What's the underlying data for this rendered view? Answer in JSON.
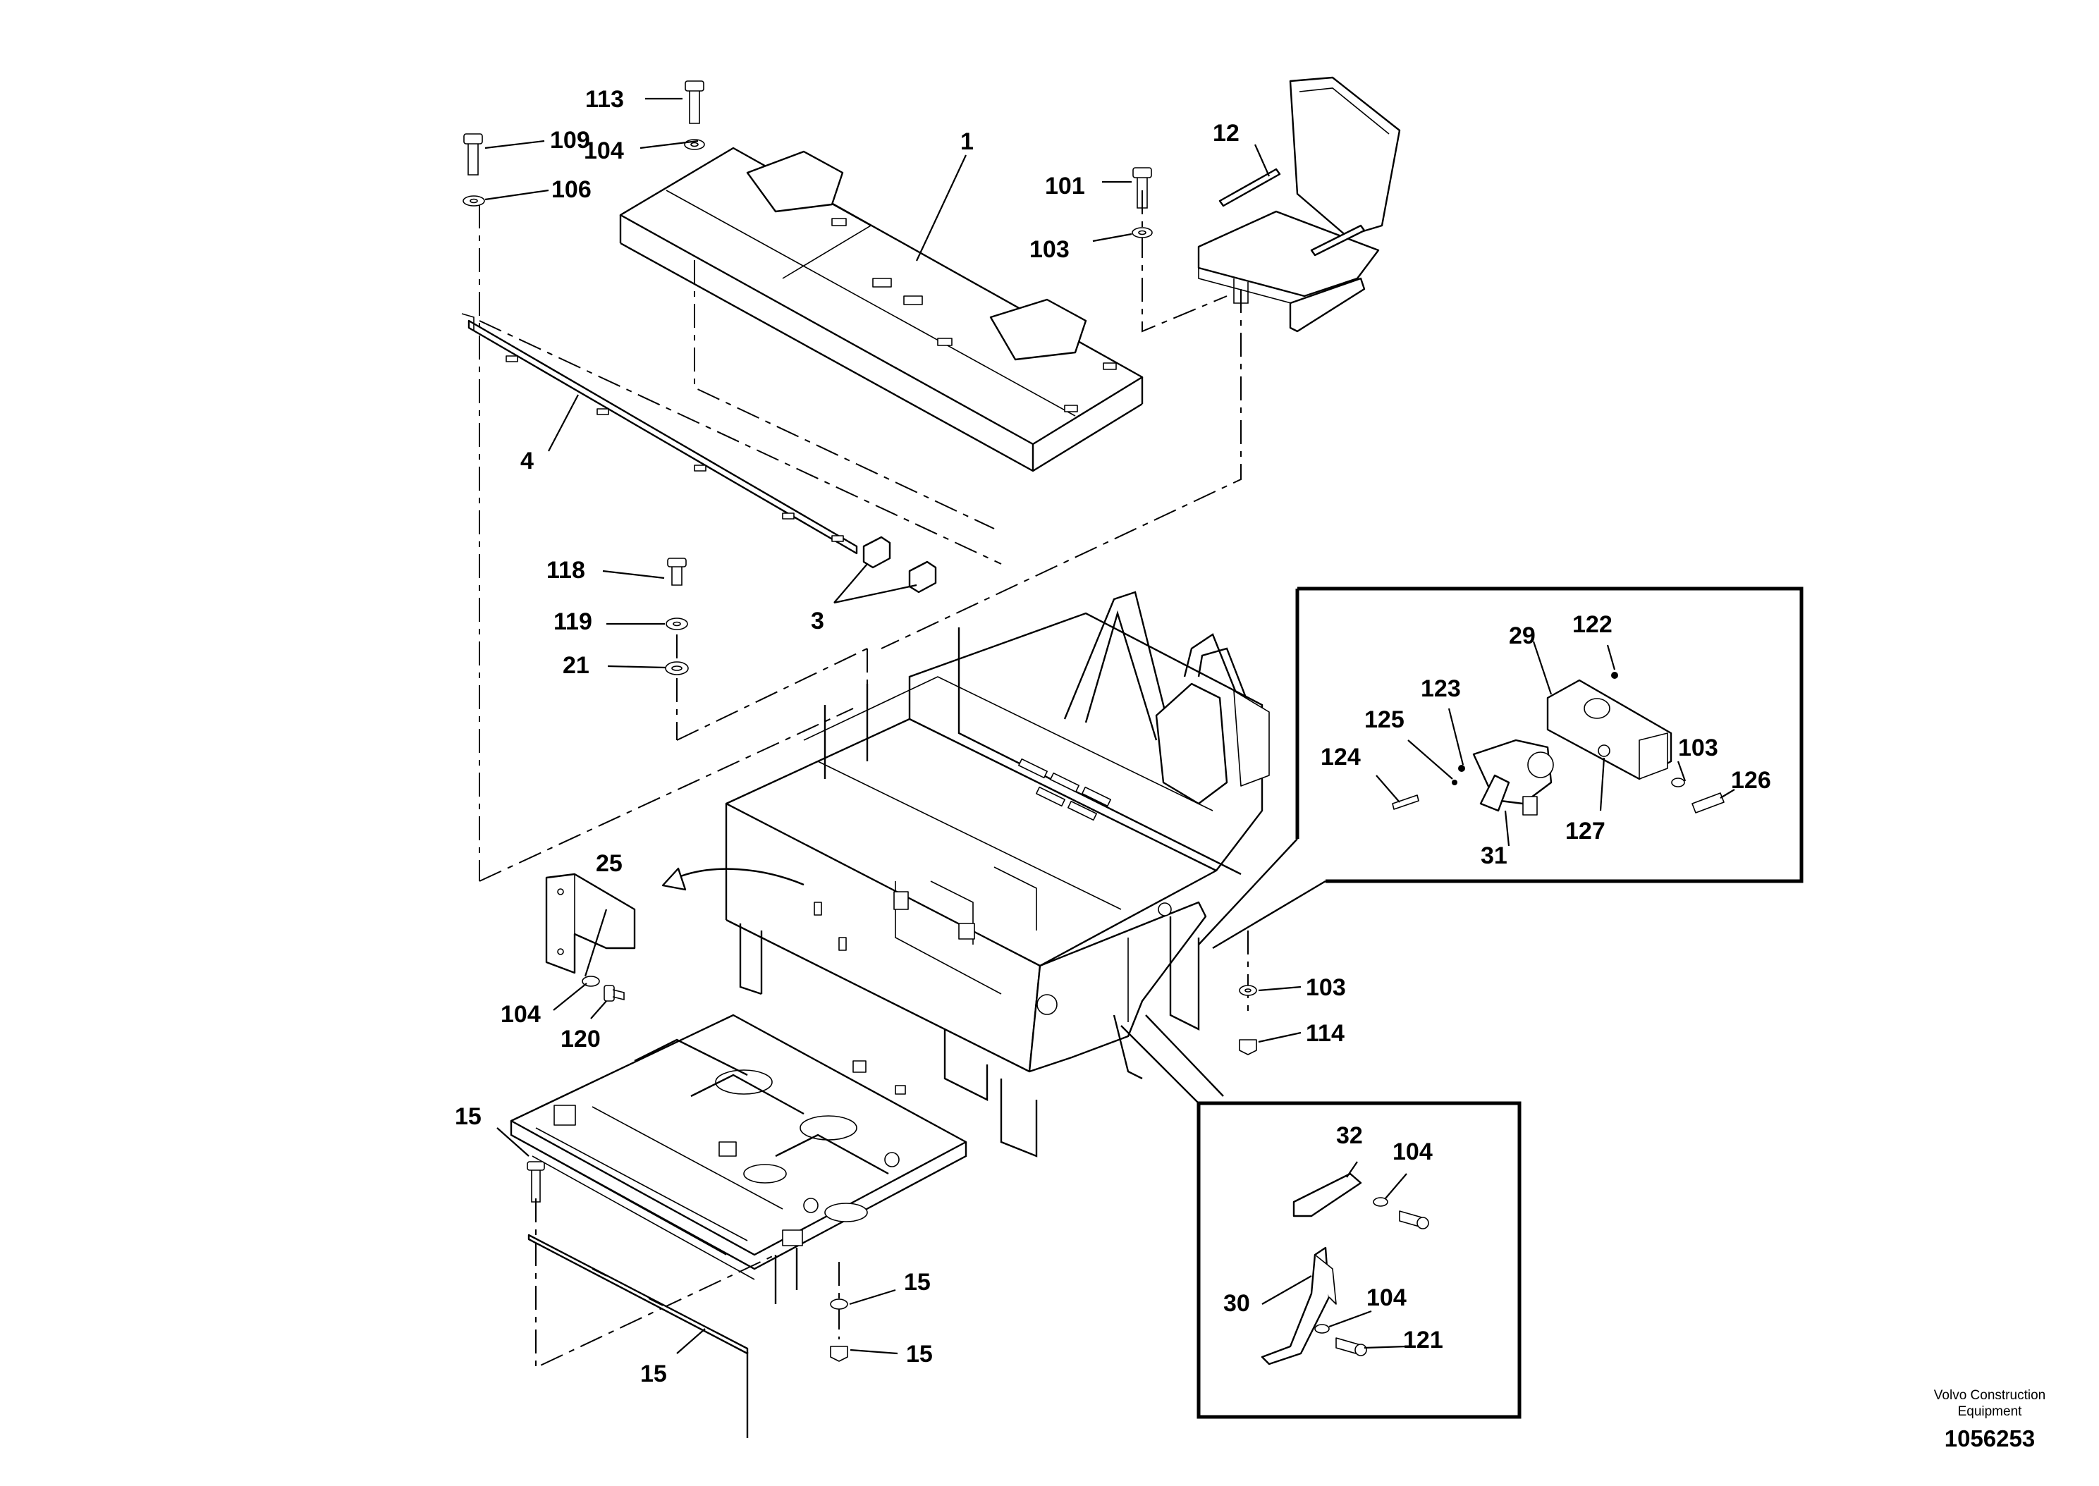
{
  "callouts": {
    "p113": "113",
    "p109": "109",
    "p104a": "104",
    "p106": "106",
    "p1": "1",
    "p101": "101",
    "p103a": "103",
    "p12": "12",
    "p4": "4",
    "p118": "118",
    "p119": "119",
    "p21": "21",
    "p3": "3",
    "p25": "25",
    "p104b": "104",
    "p120": "120",
    "p103b": "103",
    "p114": "114",
    "p15a": "15",
    "p15b": "15",
    "p15c": "15",
    "p15d": "15",
    "inset1": {
      "p29": "29",
      "p122": "122",
      "p123": "123",
      "p125": "125",
      "p124": "124",
      "p103": "103",
      "p126": "126",
      "p31": "31",
      "p127": "127"
    },
    "inset2": {
      "p32": "32",
      "p104a": "104",
      "p30": "30",
      "p104b": "104",
      "p121": "121"
    }
  },
  "credit": {
    "line1": "Volvo Construction",
    "line2": "Equipment",
    "doc_number": "1056253"
  }
}
